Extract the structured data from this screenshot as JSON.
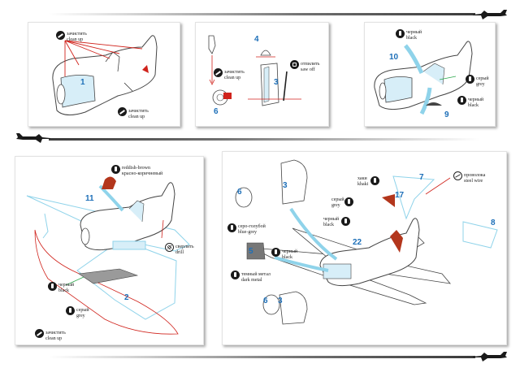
{
  "steps": {
    "s1": "1",
    "s2": "2",
    "s3": "3",
    "s3b": "3",
    "s3c": "3",
    "s4": "4",
    "s5": "5",
    "s6": "6",
    "s6b": "6",
    "s6c": "6",
    "s7": "7",
    "s8": "8",
    "s9": "9",
    "s10": "10",
    "s11": "11",
    "s17": "17",
    "s22": "22"
  },
  "labels": {
    "clean_up_1": [
      "зачистить",
      "clean up"
    ],
    "clean_up_2": [
      "зачистить",
      "clean up"
    ],
    "clean_up_3": [
      "зачистить",
      "clean up"
    ],
    "clean_up_4": [
      "зачистить",
      "clean up"
    ],
    "saw_off": [
      "отпилить",
      "saw off"
    ],
    "black_10": [
      "черный",
      "black"
    ],
    "grey_p3": [
      "серый",
      "grey"
    ],
    "black_9": [
      "черный",
      "black"
    ],
    "reddish": [
      "reddish-brown",
      "красно-коричневый"
    ],
    "drill": [
      "сверлить",
      "drill"
    ],
    "black_p4": [
      "черный",
      "black"
    ],
    "grey_p4": [
      "серый",
      "grey"
    ],
    "khaki": [
      "хаки",
      "khaki"
    ],
    "grey_17": [
      "серый",
      "grey"
    ],
    "steel_wire": [
      "проволока",
      "steel wire"
    ],
    "blue_grey": [
      "серо-голубой",
      "blue-grey"
    ],
    "black_5": [
      "черный",
      "black"
    ],
    "dark_metal": [
      "темный метал",
      "dark metal"
    ],
    "black_22": [
      "черный",
      "black"
    ]
  },
  "colors": {
    "accent_blue": "#1d6fb8",
    "part_blue": "#8fd3ea",
    "red": "#d0231c",
    "reddish_brown": "#b3361c",
    "green": "#2aa84a",
    "icon_dark": "#1a1a1a"
  },
  "icons": [
    "paint-pot-icon",
    "clean-up-icon",
    "saw-icon",
    "drill-icon",
    "steel-wire-icon",
    "aircraft-silhouette-icon"
  ]
}
